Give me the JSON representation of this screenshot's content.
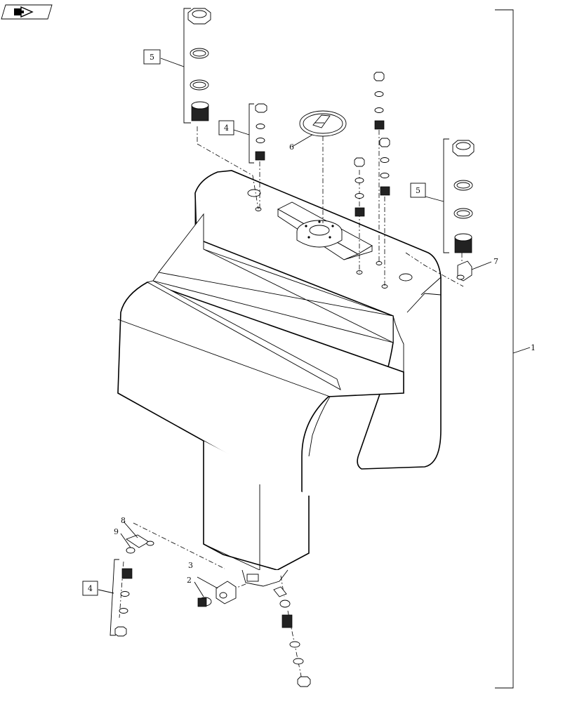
{
  "nav_icon": "next-page-arrow-icon",
  "callouts": {
    "c1": "1",
    "c2": "2",
    "c3": "3",
    "c4a": "4",
    "c4b": "4",
    "c5a": "5",
    "c5b": "5",
    "c6": "6",
    "c7": "7",
    "c8": "8",
    "c9": "9"
  }
}
